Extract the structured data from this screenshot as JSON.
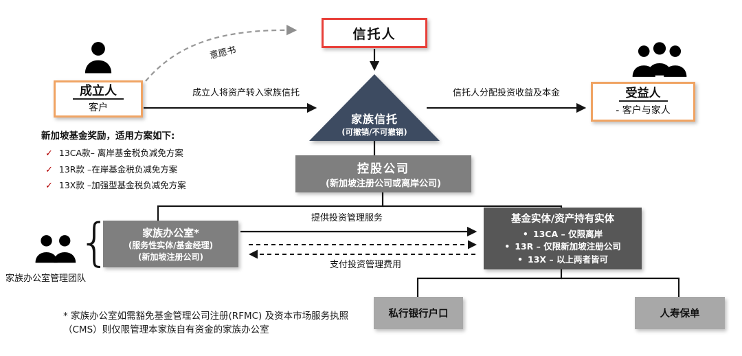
{
  "nodes": {
    "trustee": {
      "label": "信托人"
    },
    "settlor": {
      "title": "成立人",
      "subtitle": "客户"
    },
    "beneficiary": {
      "title": "受益人",
      "subtitle": "- 客户与家人"
    },
    "family_trust": {
      "title": "家族信托",
      "subtitle": "(可撤销/不可撤销)"
    },
    "holding_company": {
      "title": "控股公司",
      "subtitle": "(新加坡注册公司或离岸公司)"
    },
    "family_office": {
      "title": "家族办公室*",
      "line2": "(服务性实体/基金经理)",
      "line3": "(新加坡注册公司)"
    },
    "fund_entity": {
      "title": "基金实体/资产持有实体",
      "bullets": [
        "13CA – 仅限离岸",
        "13R – 仅限新加坡注册公司",
        "13X – 以上两者皆可"
      ]
    },
    "private_bank": {
      "label": "私行银行户口"
    },
    "life_insurance": {
      "label": "人寿保单"
    }
  },
  "edges": {
    "letter_of_wishes": "意愿书",
    "transfer_assets": "成立人将资产转入家族信托",
    "distribution": "信托人分配投资收益及本金",
    "provide_services": "提供投资管理服务",
    "pay_fees": "支付投资管理费用"
  },
  "incentives": {
    "title": "新加坡基金奖励，适用方案如下:",
    "items": [
      "13CA款– 离岸基金税负减免方案",
      "13R款 –在岸基金税负减免方案",
      "13X款 –加强型基金税负减免方案"
    ]
  },
  "annotations": {
    "team_label": "家族办公室管理团队",
    "footnote": "* 家族办公室如需豁免基金管理公司注册(RFMC) 及资本市场服务执照（CMS）则仅限管理本家族自有资金的家族办公室"
  },
  "icons": {
    "check": "✓",
    "bullet": "•",
    "brace": "{"
  },
  "colors": {
    "accent_red": "#e8403a",
    "accent_orange": "#f0a464",
    "triangle_navy": "#3d4b61",
    "gray_box": "#7f7f7f",
    "dark_gray_box": "#575757",
    "light_gray_box": "#a8a8a8",
    "check_red": "#b30000"
  }
}
